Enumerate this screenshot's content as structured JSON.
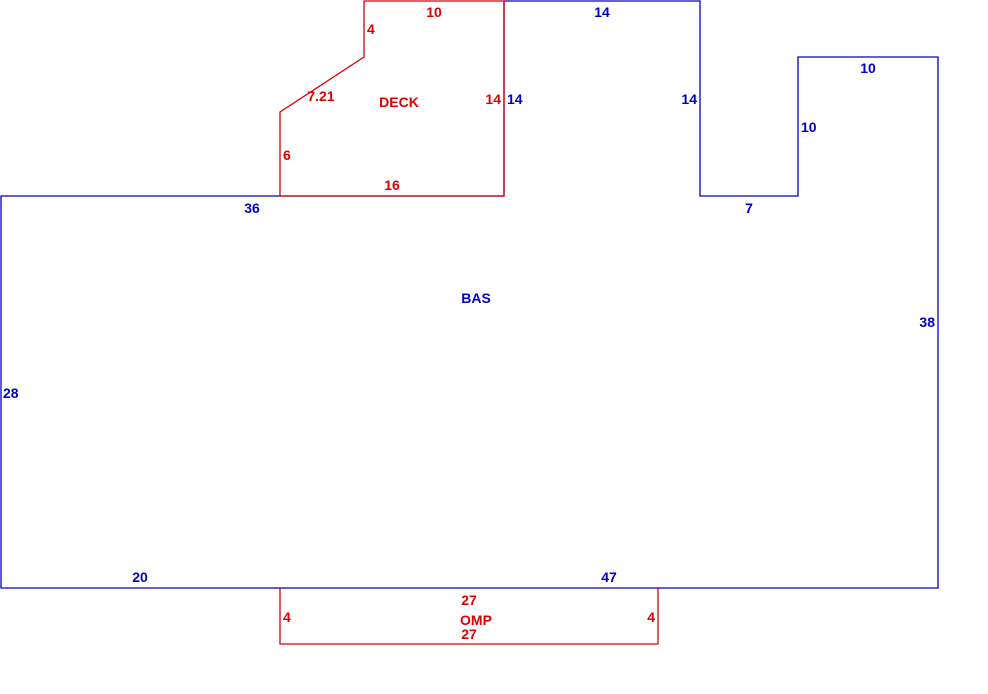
{
  "colors": {
    "main": "#0000cc",
    "addition": "#dd0000",
    "background": "#ffffff"
  },
  "areas": {
    "bas": "BAS",
    "deck": "DECK",
    "omp": "OMP"
  },
  "dims": {
    "bas_top_left": "36",
    "bas_left": "28",
    "bas_bottom_left": "20",
    "bas_bottom_right": "47",
    "bas_right": "38",
    "bas_bay_top": "14",
    "bas_bay_left": "14",
    "bas_bay_right": "14",
    "bas_notch_bottom": "7",
    "bas_wing_left": "10",
    "bas_wing_top": "10",
    "deck_top": "10",
    "deck_left_upper": "4",
    "deck_diagonal": "7.21",
    "deck_left_lower": "6",
    "deck_bottom": "16",
    "deck_right": "14",
    "omp_top": "27",
    "omp_bottom": "27",
    "omp_left": "4",
    "omp_right": "4"
  }
}
